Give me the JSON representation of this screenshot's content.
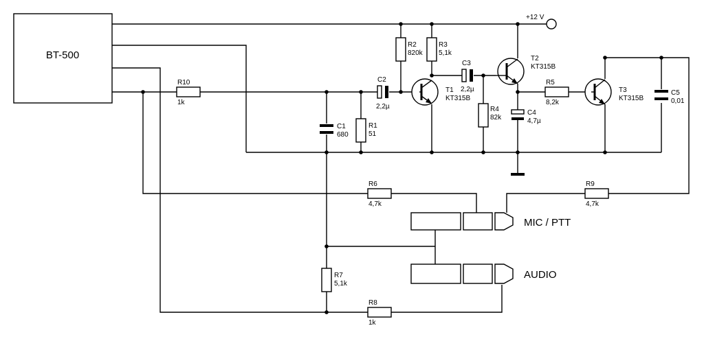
{
  "module": {
    "name": "BT-500"
  },
  "supply": {
    "label": "+12 V"
  },
  "components": {
    "R1": {
      "ref": "R1",
      "value": "51"
    },
    "R2": {
      "ref": "R2",
      "value": "820k"
    },
    "R3": {
      "ref": "R3",
      "value": "5,1k"
    },
    "R4": {
      "ref": "R4",
      "value": "82k"
    },
    "R5": {
      "ref": "R5",
      "value": "8,2k"
    },
    "R6": {
      "ref": "R6",
      "value": "4,7k"
    },
    "R7": {
      "ref": "R7",
      "value": "5,1k"
    },
    "R8": {
      "ref": "R8",
      "value": "1k"
    },
    "R9": {
      "ref": "R9",
      "value": "4,7k"
    },
    "R10": {
      "ref": "R10",
      "value": "1k"
    },
    "C1": {
      "ref": "C1",
      "value": "680"
    },
    "C2": {
      "ref": "C2",
      "value": "2,2µ"
    },
    "C3": {
      "ref": "C3",
      "value": "2,2µ"
    },
    "C4": {
      "ref": "C4",
      "value": "4,7µ"
    },
    "C5": {
      "ref": "C5",
      "value": "0,01"
    },
    "T1": {
      "ref": "T1",
      "type": "KT315B"
    },
    "T2": {
      "ref": "T2",
      "type": "KT315B"
    },
    "T3": {
      "ref": "T3",
      "type": "KT315B"
    }
  },
  "connectors": {
    "mic": {
      "label": "MIC / PTT"
    },
    "audio": {
      "label": "AUDIO"
    }
  }
}
